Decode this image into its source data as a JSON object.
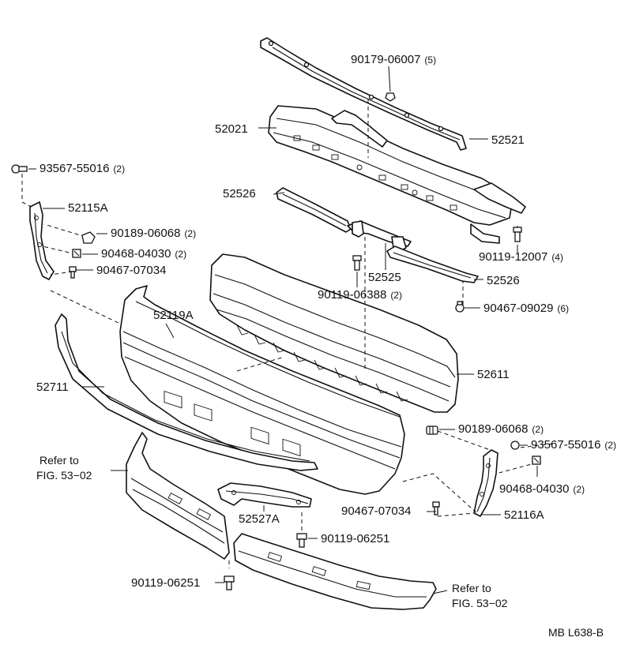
{
  "parts": [
    {
      "id": "90179-06007",
      "qty": "(5)"
    },
    {
      "id": "52021",
      "qty": ""
    },
    {
      "id": "52521",
      "qty": ""
    },
    {
      "id": "93567-55016",
      "qty": "(2)",
      "key": "left"
    },
    {
      "id": "52115A",
      "qty": ""
    },
    {
      "id": "52526",
      "qty": "",
      "key": "upper"
    },
    {
      "id": "90189-06068",
      "qty": "(2)",
      "key": "left"
    },
    {
      "id": "90468-04030",
      "qty": "(2)",
      "key": "left"
    },
    {
      "id": "90467-07034",
      "qty": "",
      "key": "left"
    },
    {
      "id": "90119-12007",
      "qty": "(4)"
    },
    {
      "id": "52525",
      "qty": ""
    },
    {
      "id": "52526",
      "qty": "",
      "key": "lower"
    },
    {
      "id": "90119-06388",
      "qty": "(2)"
    },
    {
      "id": "90467-09029",
      "qty": "(6)"
    },
    {
      "id": "52119A",
      "qty": ""
    },
    {
      "id": "52611",
      "qty": ""
    },
    {
      "id": "52711",
      "qty": ""
    },
    {
      "id": "90189-06068",
      "qty": "(2)",
      "key": "right"
    },
    {
      "id": "93567-55016",
      "qty": "(2)",
      "key": "right"
    },
    {
      "id": "90468-04030",
      "qty": "(2)",
      "key": "right"
    },
    {
      "id": "90467-07034",
      "qty": "",
      "key": "right"
    },
    {
      "id": "52116A",
      "qty": ""
    },
    {
      "id": "52527A",
      "qty": ""
    },
    {
      "id": "90119-06251",
      "qty": "",
      "key": "center"
    },
    {
      "id": "90119-06251",
      "qty": "",
      "key": "left"
    }
  ],
  "references": {
    "left_line1": "Refer to",
    "left_line2": "FIG. 53−02",
    "right_line1": "Refer to",
    "right_line2": "FIG. 53−02"
  },
  "figure_code": "MB L638-B"
}
